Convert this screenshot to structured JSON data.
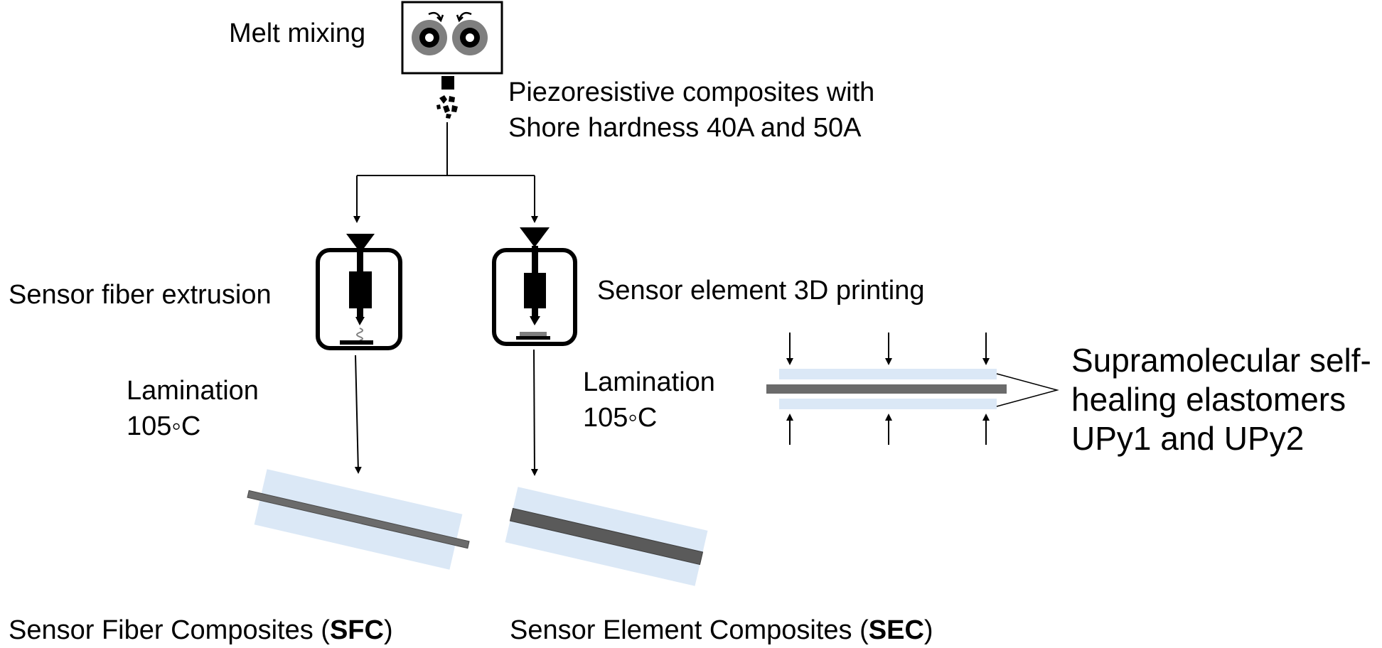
{
  "labels": {
    "melt_mixing": "Melt mixing",
    "composites_line1": "Piezoresistive composites with",
    "composites_line2": "Shore hardness 40A and 50A",
    "fiber_extrusion": "Sensor fiber extrusion",
    "element_printing": "Sensor element 3D printing",
    "lamination_left_1": "Lamination",
    "lamination_left_2": "105◦C",
    "lamination_right_1": "Lamination",
    "lamination_right_2": "105◦C",
    "elastomers_line1": "Supramolecular self-",
    "elastomers_line2": "healing elastomers",
    "elastomers_line3": "UPy1 and UPy2",
    "sfc_prefix": "Sensor Fiber Composites (",
    "sfc_abbr": "SFC",
    "sfc_suffix": ")",
    "sec_prefix": "Sensor Element Composites (",
    "sec_abbr": "SEC",
    "sec_suffix": ")"
  },
  "colors": {
    "film_blue": "#dbe8f6",
    "bar_grey": "#6b6b6b",
    "bar_dark": "#4a4a4a",
    "roller_grey": "#7f7f7f",
    "line": "#000000"
  }
}
